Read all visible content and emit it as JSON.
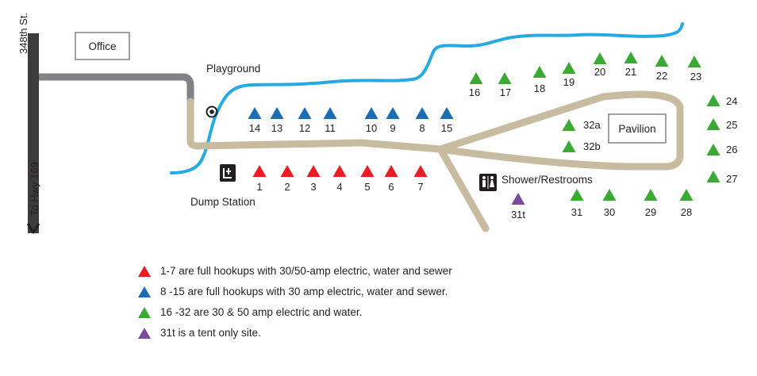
{
  "labels": {
    "street": "348th St.",
    "office": "Office",
    "playground": "Playground",
    "dump_station": "Dump Station",
    "highway": "To Hwy 169",
    "shower": "Shower/Restrooms",
    "pavilion": "Pavilion"
  },
  "colors": {
    "red": "#ec1c24",
    "blue": "#1d6db4",
    "green": "#3aaa35",
    "purple": "#7a4b9c",
    "river": "#27a9e1",
    "dirt_road": "#c7bba0",
    "paved_road": "#808285",
    "street": "#3c3c3c"
  },
  "sites": [
    {
      "label": "1",
      "type": "red"
    },
    {
      "label": "2",
      "type": "red"
    },
    {
      "label": "3",
      "type": "red"
    },
    {
      "label": "4",
      "type": "red"
    },
    {
      "label": "5",
      "type": "red"
    },
    {
      "label": "6",
      "type": "red"
    },
    {
      "label": "7",
      "type": "red"
    },
    {
      "label": "14",
      "type": "blue"
    },
    {
      "label": "13",
      "type": "blue"
    },
    {
      "label": "12",
      "type": "blue"
    },
    {
      "label": "11",
      "type": "blue"
    },
    {
      "label": "10",
      "type": "blue"
    },
    {
      "label": "9",
      "type": "blue"
    },
    {
      "label": "8",
      "type": "blue"
    },
    {
      "label": "15",
      "type": "blue"
    },
    {
      "label": "16",
      "type": "green"
    },
    {
      "label": "17",
      "type": "green"
    },
    {
      "label": "18",
      "type": "green"
    },
    {
      "label": "19",
      "type": "green"
    },
    {
      "label": "20",
      "type": "green"
    },
    {
      "label": "21",
      "type": "green"
    },
    {
      "label": "22",
      "type": "green"
    },
    {
      "label": "23",
      "type": "green"
    },
    {
      "label": "24",
      "type": "green"
    },
    {
      "label": "25",
      "type": "green"
    },
    {
      "label": "26",
      "type": "green"
    },
    {
      "label": "27",
      "type": "green"
    },
    {
      "label": "28",
      "type": "green"
    },
    {
      "label": "29",
      "type": "green"
    },
    {
      "label": "30",
      "type": "green"
    },
    {
      "label": "31",
      "type": "green"
    },
    {
      "label": "32a",
      "type": "green"
    },
    {
      "label": "32b",
      "type": "green"
    },
    {
      "label": "31t",
      "type": "purple"
    }
  ],
  "legend": [
    {
      "type": "red",
      "text": "1-7 are full hookups with 30/50-amp electric, water and sewer"
    },
    {
      "type": "blue",
      "text": "8 -15 are full hookups with 30 amp electric, water and sewer."
    },
    {
      "type": "green",
      "text": "16 -32 are 30 & 50 amp electric and water."
    },
    {
      "type": "purple",
      "text": "31t is a tent only site."
    }
  ]
}
